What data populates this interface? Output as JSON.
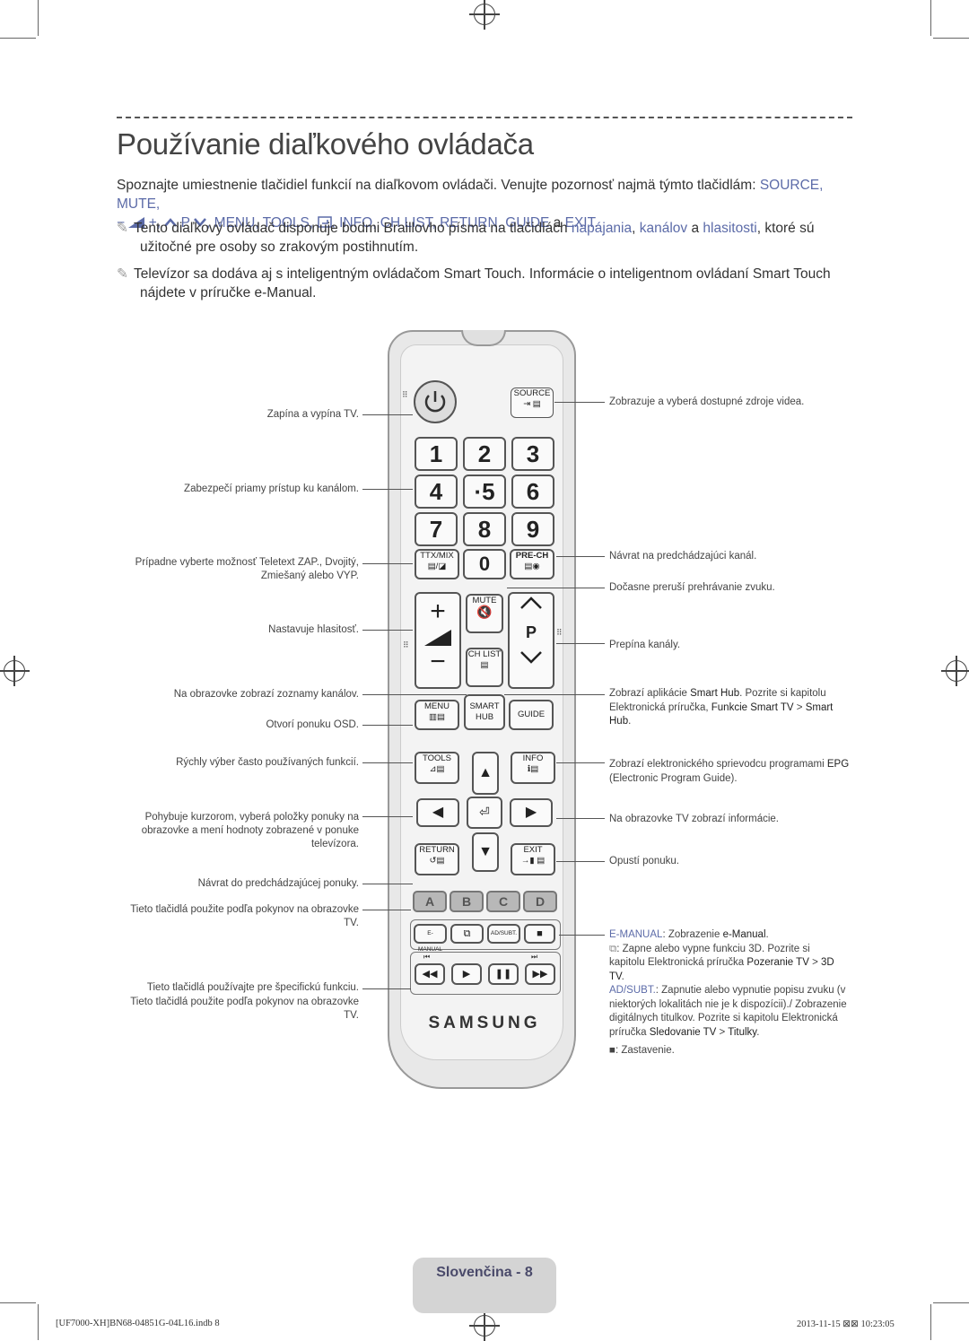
{
  "title": "Používanie diaľkového ovládača",
  "intro": {
    "text1": "Spoznajte umiestnenie tlačidiel funkcií na diaľkovom ovládači. Venujte pozornosť najmä týmto tlačidlám: ",
    "hl1": "SOURCE, MUTE,",
    "line2_a": "+, ",
    "line2_b": "P",
    "line2_c": ", MENU, TOOLS, ",
    "line2_d": ", INFO, CH LIST, RETURN, GUIDE",
    "line2_e": " a ",
    "line2_f": "EXIT",
    "line2_g": "."
  },
  "note1": {
    "a": "Tento diaľkový ovládač disponuje bodmi Braillovho písma na tlačidlách ",
    "b": "napájania",
    "c": ", ",
    "d": "kanálov",
    "e": " a ",
    "f": "hlasitosti",
    "g": ", ktoré sú",
    "line2": "užitočné pre osoby so zrakovým postihnutím."
  },
  "note2": {
    "line1": "Televízor sa dodáva aj s inteligentným ovládačom Smart Touch. Informácie o inteligentnom ovládaní Smart Touch",
    "line2": "nájdete v príručke e-Manual."
  },
  "left_labels": {
    "power": "Zapína a vypína TV.",
    "direct": "Zabezpečí priamy prístup ku kanálom.",
    "ttx": "Prípadne vyberte možnosť Teletext ZAP., Dvojitý, Zmiešaný alebo VYP.",
    "volume": "Nastavuje hlasitosť.",
    "chlist": "Na obrazovke zobrazí zoznamy kanálov.",
    "menu": "Otvorí ponuku OSD.",
    "tools": "Rýchly výber často používaných funkcií.",
    "cursor": "Pohybuje kurzorom, vyberá položky ponuky na obrazovke a mení hodnoty zobrazené v ponuke televízora.",
    "return": "Návrat do predchádzajúcej ponuky.",
    "abcd": "Tieto tlačidlá použite podľa pokynov na obrazovke TV.",
    "special1": "Tieto tlačidlá používajte pre špecifickú funkciu.",
    "special2": "Tieto tlačidlá použite podľa pokynov na obrazovke TV."
  },
  "right_labels": {
    "source": "Zobrazuje a vyberá dostupné zdroje videa.",
    "prech": "Návrat na predchádzajúci kanál.",
    "mute": "Dočasne preruší prehrávanie zvuku.",
    "channel": "Prepína kanály.",
    "smarthub_a": "Zobrazí aplikácie ",
    "smarthub_b": "Smart Hub",
    "smarthub_c": ". Pozrite si kapitolu",
    "smarthub_d": "Elektronická príručka, ",
    "smarthub_e": "Funkcie Smart TV",
    "smarthub_f": " > ",
    "smarthub_g": "Smart",
    "smarthub_h": "Hub",
    "smarthub_i": ".",
    "guide_a": "Zobrazí elektronického sprievodcu programami ",
    "guide_b": "EPG",
    "guide_c": "(Electronic Program Guide).",
    "info": "Na obrazovke TV zobrazí informácie.",
    "exit": "Opustí ponuku.",
    "emanual_a": "E-MANUAL",
    "emanual_b": ": Zobrazenie ",
    "emanual_c": "e-Manual",
    "emanual_d": ".",
    "d3_a": ": Zapne alebo vypne funkciu 3D. Pozrite si",
    "d3_b": "kapitolu Elektronická príručka ",
    "d3_c": "Pozeranie TV",
    "d3_d": " > ",
    "d3_e": "3D",
    "d3_f": "TV",
    "d3_g": ".",
    "adsubt_a": "AD/SUBT.",
    "adsubt_b": ": Zapnutie alebo vypnutie popisu zvuku (v",
    "adsubt_c": "niektorých lokalitách nie je k dispozícii)./ Zobrazenie",
    "adsubt_d": "digitálnych titulkov. Pozrite si kapitolu Elektronická",
    "adsubt_e": "príručka ",
    "adsubt_f": "Sledovanie TV",
    "adsubt_g": " > ",
    "adsubt_h": "Titulky",
    "adsubt_i": ".",
    "stop": ": Zastavenie."
  },
  "remote": {
    "source": "SOURCE",
    "digits": [
      "1",
      "2",
      "3",
      "4",
      "·5",
      "6",
      "7",
      "8",
      "9"
    ],
    "zero": "0",
    "ttx": "TTX/MIX",
    "prech": "PRE-CH",
    "mute": "MUTE",
    "chlist": "CH LIST",
    "p": "P",
    "menu": "MENU",
    "smart": "SMART",
    "hub": "HUB",
    "guide": "GUIDE",
    "tools": "TOOLS",
    "info": "INFO",
    "return": "RETURN",
    "exit": "EXIT",
    "colors": [
      "A",
      "B",
      "C",
      "D"
    ],
    "emanual": "E-MANUAL",
    "adsubt": "AD/SUBT.",
    "brand": "SAMSUNG"
  },
  "footer": {
    "page_label": "Slovenčina - 8",
    "file": "[UF7000-XH]BN68-04851G-04L16.indb   8",
    "datetime": "2013-11-15   ⊠⊠ 10:23:05"
  }
}
